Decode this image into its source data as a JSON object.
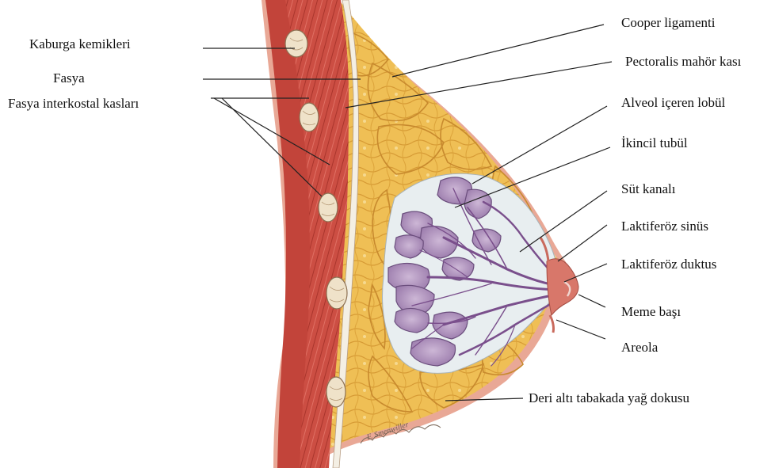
{
  "labels": {
    "left": {
      "kaburga": "Kaburga kemikleri",
      "fasya": "Fasya",
      "interkostal": "Fasya interkostal kasları"
    },
    "right": {
      "cooper": "Cooper ligamenti",
      "pectoralis": "Pectoralis mahör kası",
      "alveol": "Alveol içeren lobül",
      "ikincil": "İkincil tubül",
      "sut": "Süt kanalı",
      "sinus": "Laktiferöz sinüs",
      "duktus": "Laktiferöz duktus",
      "meme": "Meme başı",
      "areola": "Areola"
    },
    "bottom": {
      "deri": "Deri altı tabakada yağ dokusu"
    }
  },
  "signature": "F. Smenwiller",
  "colors": {
    "muscle": "#c84a3f",
    "fat": "#eab64a",
    "lobule": "#a989b6",
    "fascia": "#f3eee6",
    "skin": "#e59a8a",
    "bone": "#efe2c9"
  }
}
